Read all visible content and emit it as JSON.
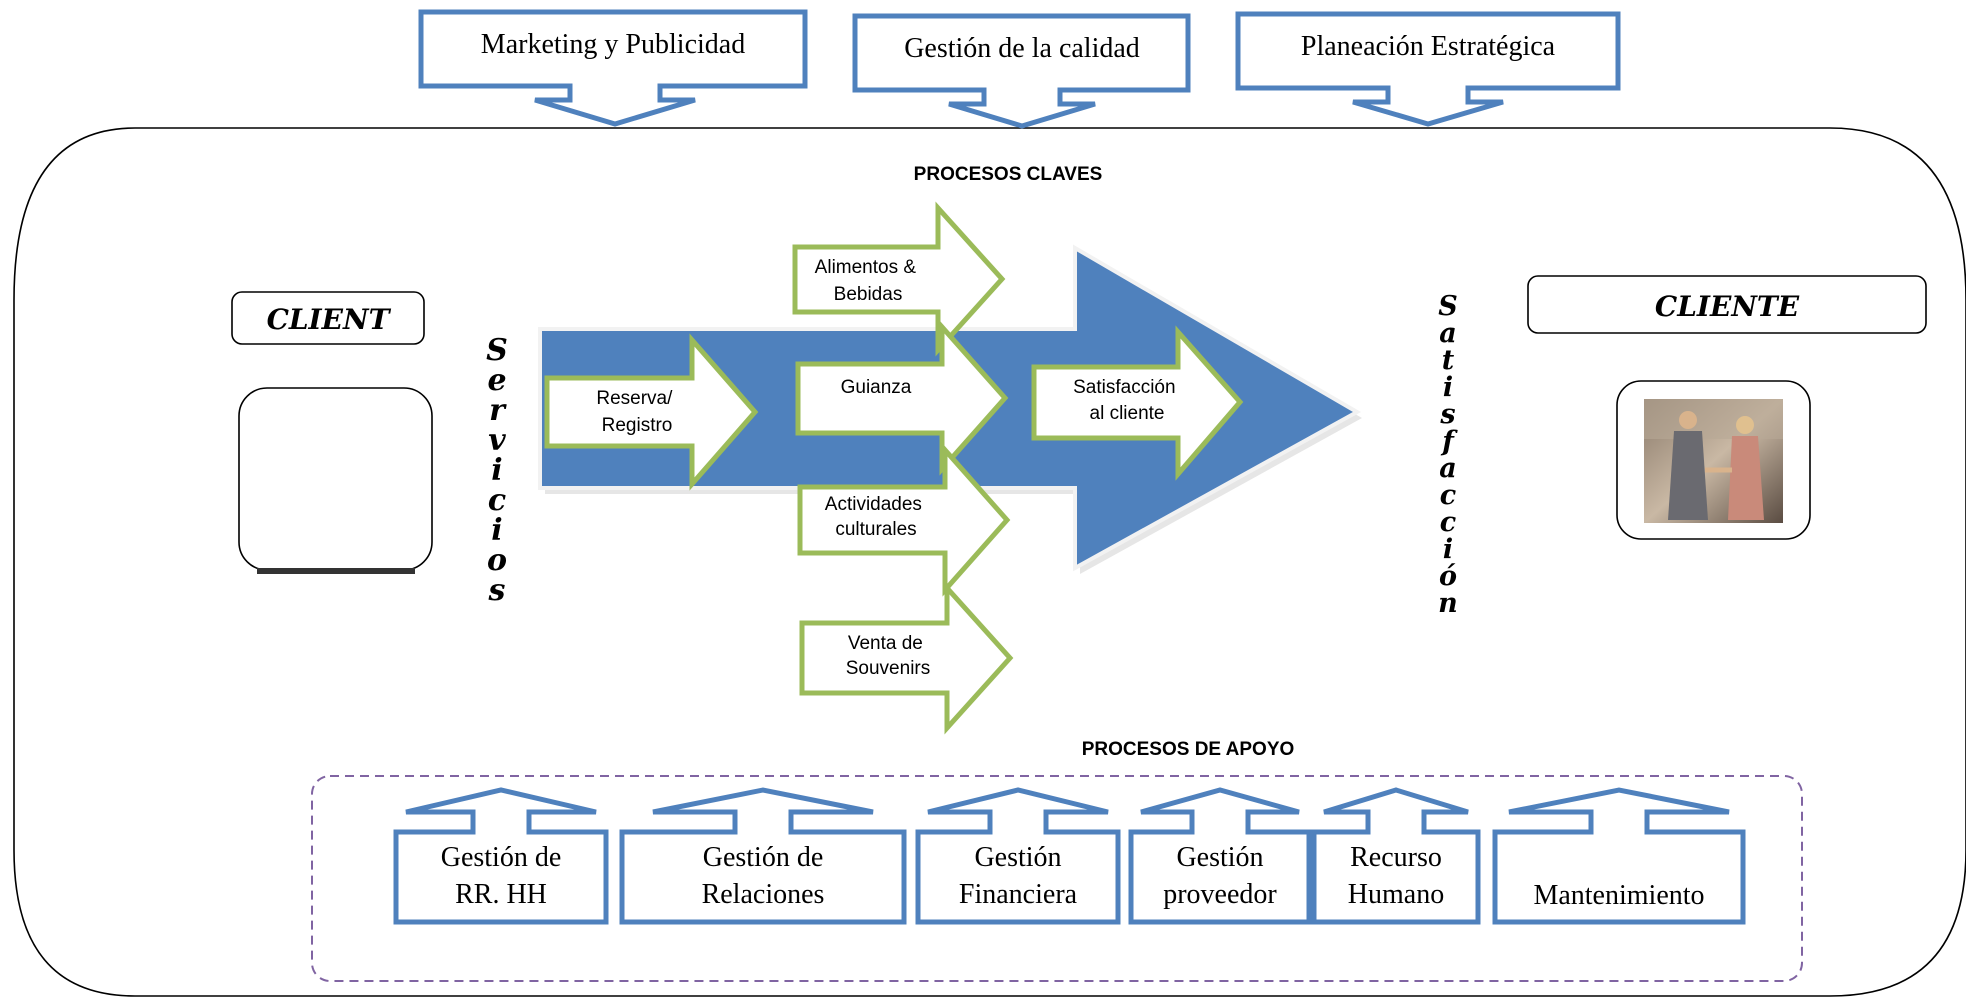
{
  "strategic_processes": [
    {
      "label": "Marketing y Publicidad"
    },
    {
      "label": "Gestión de la calidad"
    },
    {
      "label": "Planeación Estratégica"
    }
  ],
  "key_processes": {
    "title": "PROCESOS CLAVES",
    "steps": {
      "reserva": [
        "Reserva/",
        "Registro"
      ],
      "alimentos": [
        "Alimentos &",
        "Bebidas"
      ],
      "guianza": [
        "Guianza"
      ],
      "actividades": [
        "Actividades",
        "culturales"
      ],
      "venta": [
        "Venta de",
        "Souvenirs"
      ],
      "satisfaccion": [
        "Satisfacción",
        "al cliente"
      ]
    }
  },
  "input": {
    "label": "CLIENT",
    "vertical_word": "Servicios"
  },
  "output": {
    "label": "CLIENTE",
    "vertical_word": "Satisfacción"
  },
  "support_processes": {
    "title": "PROCESOS DE APOYO",
    "items": [
      {
        "lines": [
          "Gestión de",
          "RR. HH"
        ]
      },
      {
        "lines": [
          "Gestión de",
          "Relaciones"
        ]
      },
      {
        "lines": [
          "Gestión",
          "Financiera"
        ]
      },
      {
        "lines": [
          "Gestión",
          "proveedor"
        ]
      },
      {
        "lines": [
          "Recurso",
          "Humano"
        ]
      },
      {
        "lines": [
          "Mantenimiento"
        ]
      }
    ]
  },
  "colors": {
    "callout_border": "#4f81bd",
    "big_arrow_fill": "#4f81bd",
    "step_arrow_border": "#9bbb59",
    "support_frame": "#8064a2",
    "outline": "#000000"
  }
}
